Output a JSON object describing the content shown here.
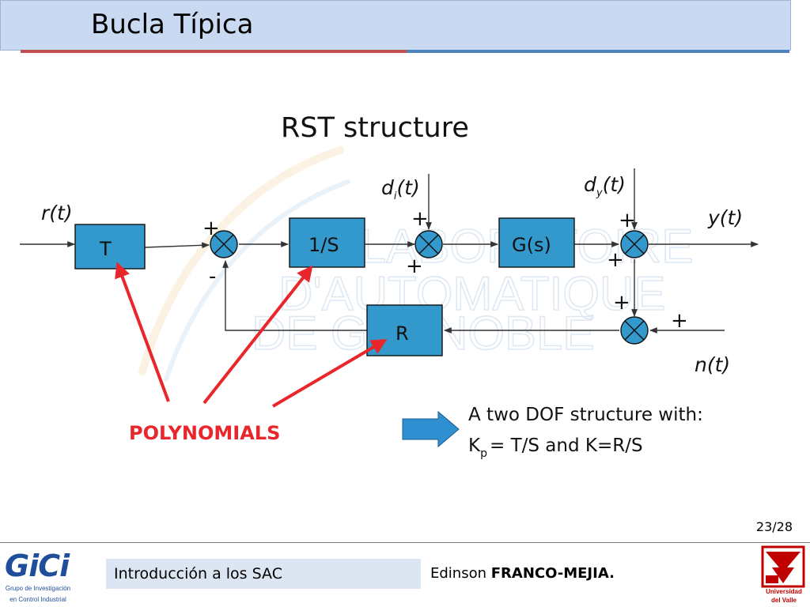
{
  "slide": {
    "title": "Bucla Típica",
    "page": "23/28"
  },
  "diagram": {
    "heading": "RST structure",
    "watermark": [
      "LABORATOIRE",
      "D'AUTOMATIQUE",
      "DE GRENOBLE"
    ],
    "blocks": {
      "t": "T",
      "integrator": "1/S",
      "plant": "G(s)",
      "r": "R"
    },
    "signals": {
      "reference": "r(t)",
      "input_disturbance": "d",
      "input_disturbance_sub": "i",
      "output_disturbance": "d",
      "output_disturbance_sub": "y",
      "time_arg": "(t)",
      "output": "y(t)",
      "noise": "n(t)"
    },
    "signs": {
      "sum1_top": "+",
      "sum1_bottom": "-",
      "sum2_top": "+",
      "sum2_bottom": "+",
      "sum3_top": "+",
      "sum3_bottom": "+",
      "sum4_top": "+",
      "sum4_right": "+"
    },
    "annotation": "POLYNOMIALS",
    "note_line1": "A two DOF structure with:",
    "note_line2_k": "K",
    "note_line2_sub": "p",
    "note_line2_rest": "= T/S and K=R/S",
    "colors": {
      "block": "#3399cc",
      "arrow_red": "#e8262b",
      "big_arrow": "#2e8fd1"
    }
  },
  "footer": {
    "logo_left_word": "GiCi",
    "logo_left_line1": "Grupo de Investigación",
    "logo_left_line2": "en Control Industrial",
    "course": "Introducción a los SAC",
    "author_first": "Edinson",
    "author_last": "FRANCO-MEJIA.",
    "logo_right_line1": "Universidad",
    "logo_right_line2": "del Valle"
  }
}
